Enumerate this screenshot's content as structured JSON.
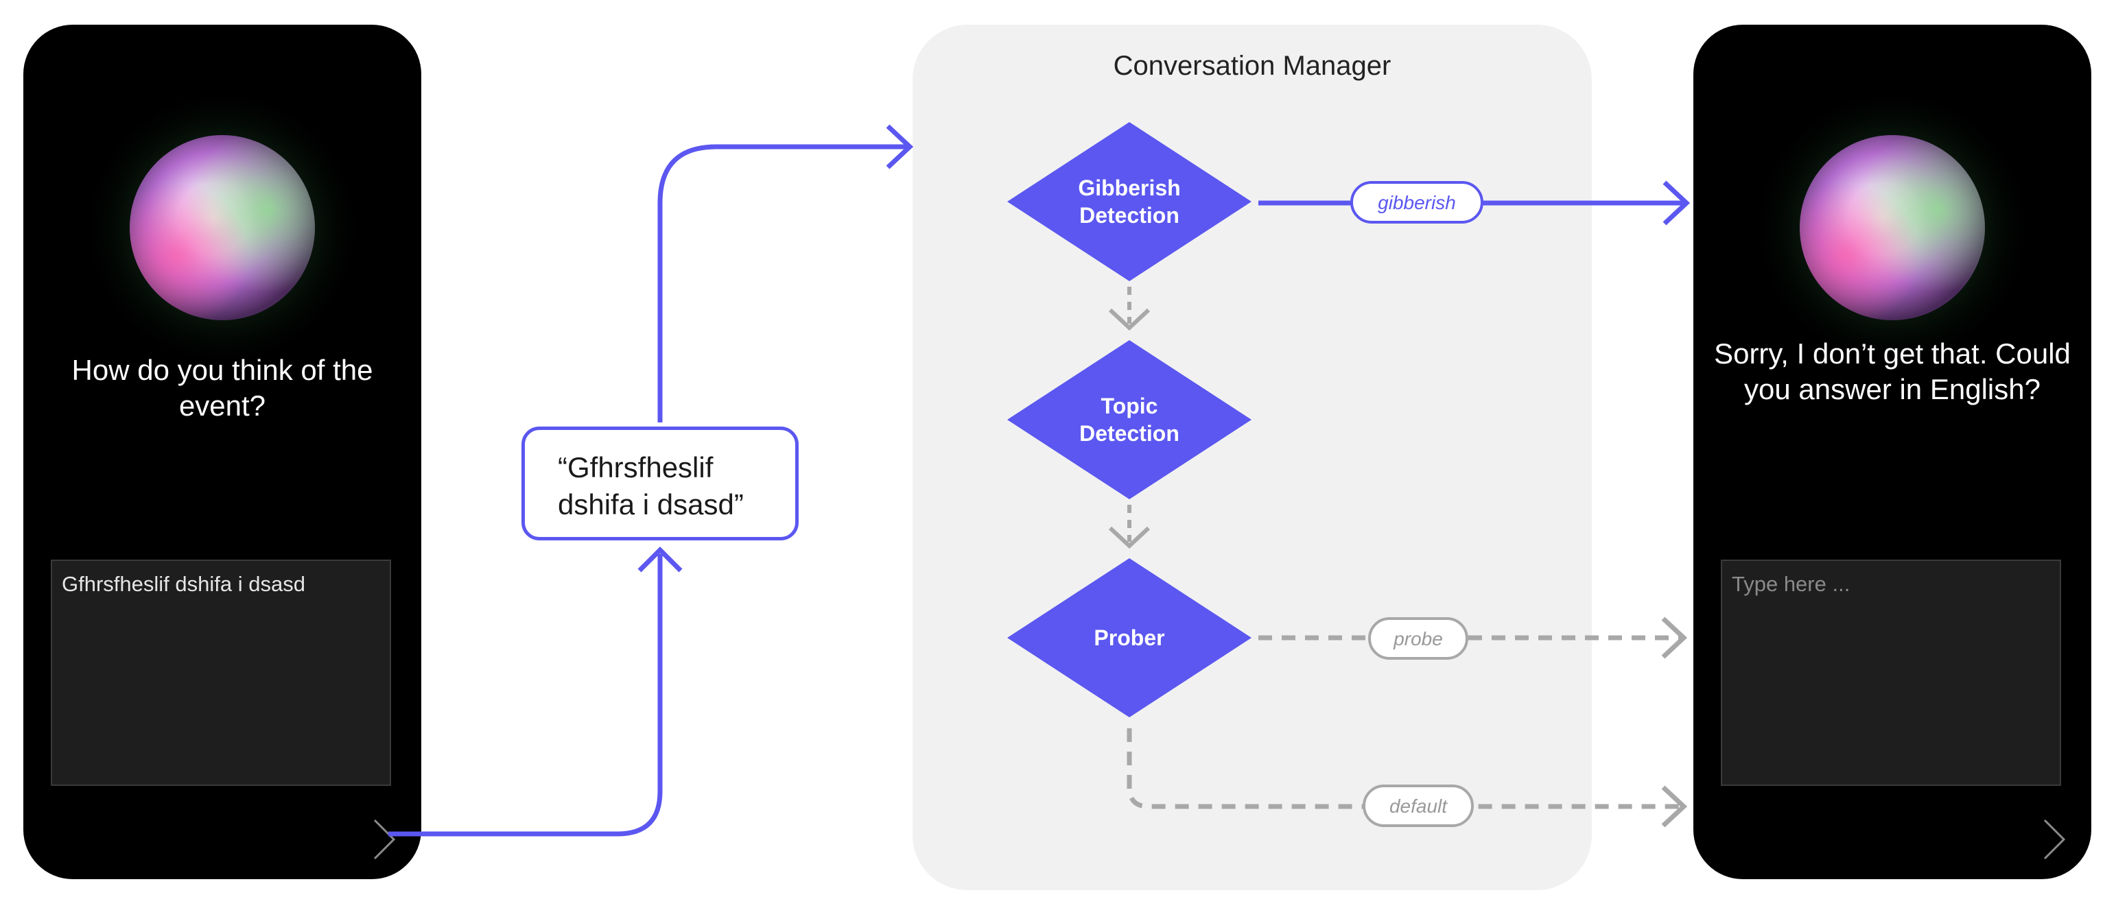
{
  "left_phone": {
    "question": "How do you think of the event?",
    "input_value": "Gfhrsfheslif dshifa i dsasd"
  },
  "message_bubble": {
    "line1": "“Gfhrsfheslif",
    "line2": "dshifa i dsasd”"
  },
  "manager": {
    "title": "Conversation Manager",
    "nodes": [
      {
        "line1": "Gibberish",
        "line2": "Detection"
      },
      {
        "line1": "Topic",
        "line2": "Detection"
      },
      {
        "line1": "Prober",
        "line2": ""
      }
    ]
  },
  "edges": {
    "gibberish": "gibberish",
    "probe": "probe",
    "default": "default"
  },
  "right_phone": {
    "reply": "Sorry, I don’t get that. Could you answer in English?",
    "input_placeholder": "Type here ..."
  },
  "colors": {
    "accent": "#5b57f0",
    "dashed": "#a8a8a8",
    "phone_bg": "#000000",
    "manager_bg": "#f1f1f1"
  }
}
